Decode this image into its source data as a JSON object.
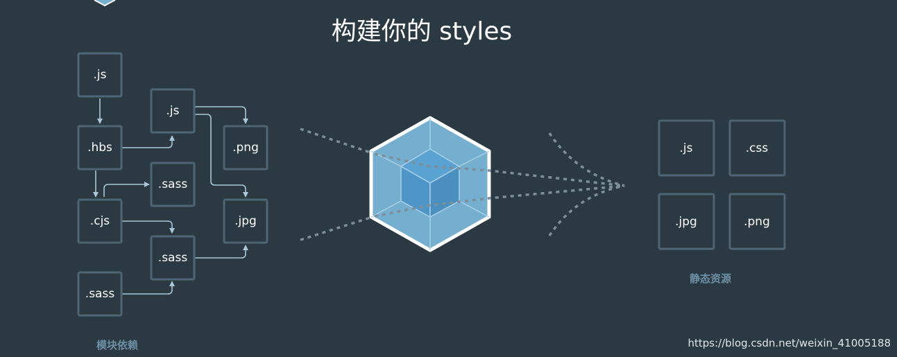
{
  "title": "构建你的 styles",
  "modules_label": "模块依赖",
  "assets_label": "静态资源",
  "watermark": "https://blog.csdn.net/weixin_41005188",
  "modules": [
    {
      "id": "js1",
      "label": ".js"
    },
    {
      "id": "hbs",
      "label": ".hbs"
    },
    {
      "id": "cjs",
      "label": ".cjs"
    },
    {
      "id": "sass1",
      "label": ".sass"
    },
    {
      "id": "js2",
      "label": ".js"
    },
    {
      "id": "sass2",
      "label": ".sass"
    },
    {
      "id": "sass3",
      "label": ".sass"
    },
    {
      "id": "png",
      "label": ".png"
    },
    {
      "id": "jpg",
      "label": ".jpg"
    }
  ],
  "assets": [
    {
      "id": "out-js",
      "label": ".js"
    },
    {
      "id": "out-css",
      "label": ".css"
    },
    {
      "id": "out-jpg",
      "label": ".jpg"
    },
    {
      "id": "out-png",
      "label": ".png"
    }
  ],
  "colors": {
    "background": "#2b3a42",
    "box_border": "#4d6575",
    "arrow": "#a9c7d8",
    "cube_outer": "#75afd0",
    "cube_inner": "#4f96c8",
    "section_label": "#6d8fa3"
  }
}
